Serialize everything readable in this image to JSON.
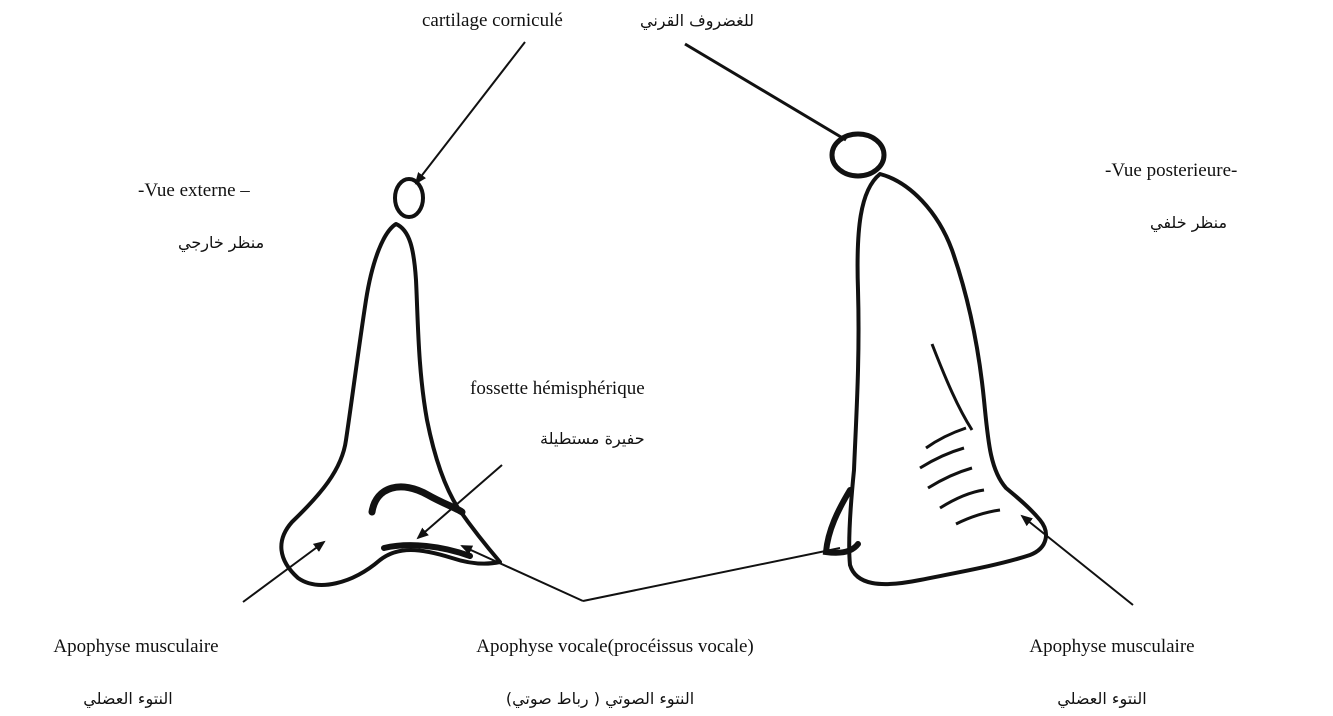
{
  "labels": {
    "corniculate_fr": "cartilage corniculé",
    "corniculate_ar": "للغضروف القرني",
    "vue_externe_fr": "-Vue externe –",
    "vue_externe_ar": "منظر خارجي",
    "vue_posterieure_fr": "-Vue posterieure-",
    "vue_posterieure_ar": "منظر خلفي",
    "fossette_fr": "fossette hémisphérique",
    "fossette_ar": "حفيرة مستطيلة",
    "musc_left_fr": "Apophyse musculaire",
    "musc_left_ar": "النتوء العضلي",
    "vocale_fr": "Apophyse vocale(procéissus vocale)",
    "vocale_ar": "النتوء الصوتي ( رباط صوتي)",
    "musc_right_fr": "Apophyse musculaire",
    "musc_right_ar": "النتوء العضلي"
  }
}
